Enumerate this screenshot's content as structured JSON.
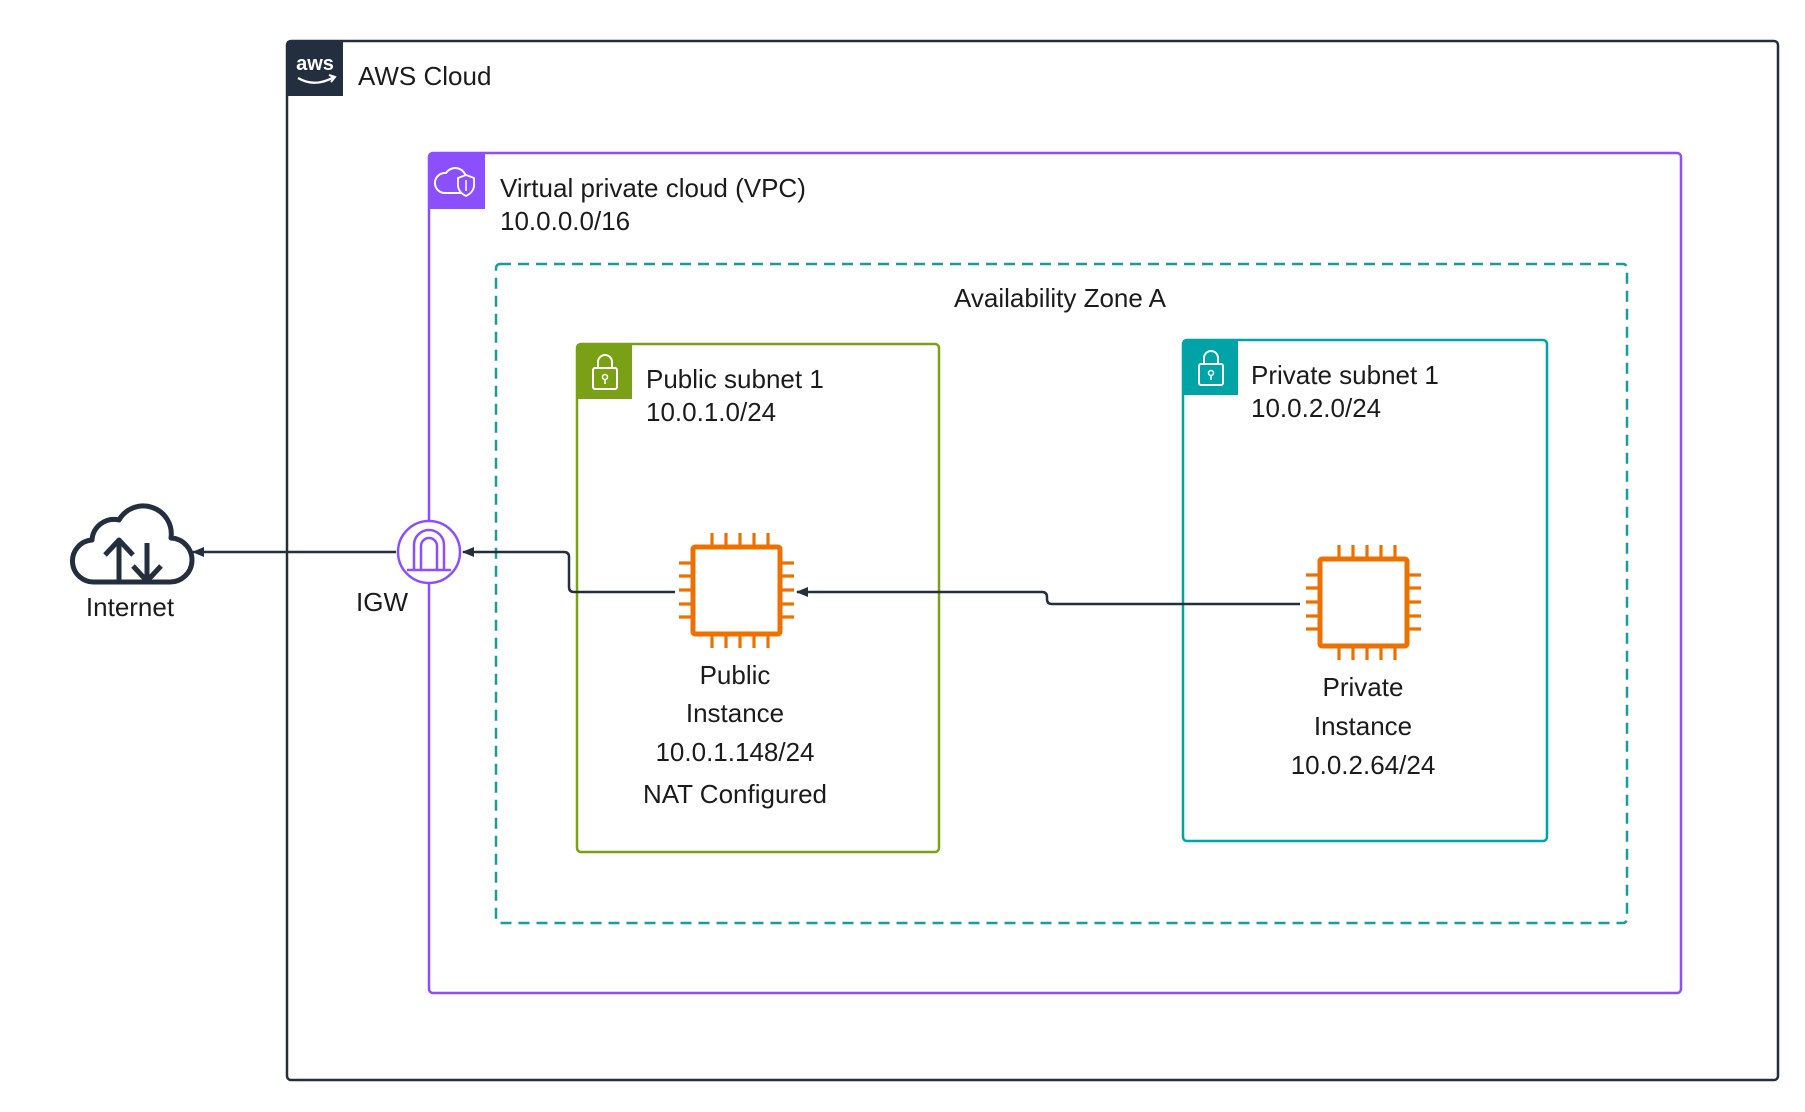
{
  "aws_cloud": {
    "label": "AWS Cloud",
    "logo_text": "aws"
  },
  "vpc": {
    "title": "Virtual private cloud (VPC)",
    "cidr": "10.0.0.0/16"
  },
  "availability_zone": {
    "label": "Availability Zone A"
  },
  "public_subnet": {
    "title": "Public subnet 1",
    "cidr": "10.0.1.0/24"
  },
  "private_subnet": {
    "title": "Private subnet 1",
    "cidr": "10.0.2.0/24"
  },
  "public_instance": {
    "line1": "Public",
    "line2": "Instance",
    "ip": "10.0.1.148/24",
    "note": "NAT Configured"
  },
  "private_instance": {
    "line1": "Private",
    "line2": "Instance",
    "ip": "10.0.2.64/24"
  },
  "igw": {
    "label": "IGW"
  },
  "internet": {
    "label": "Internet"
  },
  "colors": {
    "aws_border": "#232f3e",
    "vpc": "#8c4fff",
    "az": "#1a9c9c",
    "public_subnet": "#7aa116",
    "private_subnet": "#00a4a6",
    "ec2": "#ed7100",
    "connector": "#232f3e"
  },
  "icons": {
    "aws_logo": "aws-logo-icon",
    "vpc": "vpc-cloud-icon",
    "subnet_lock": "lock-icon",
    "ec2": "ec2-chip-icon",
    "igw": "internet-gateway-icon",
    "internet": "cloud-upload-download-icon"
  }
}
